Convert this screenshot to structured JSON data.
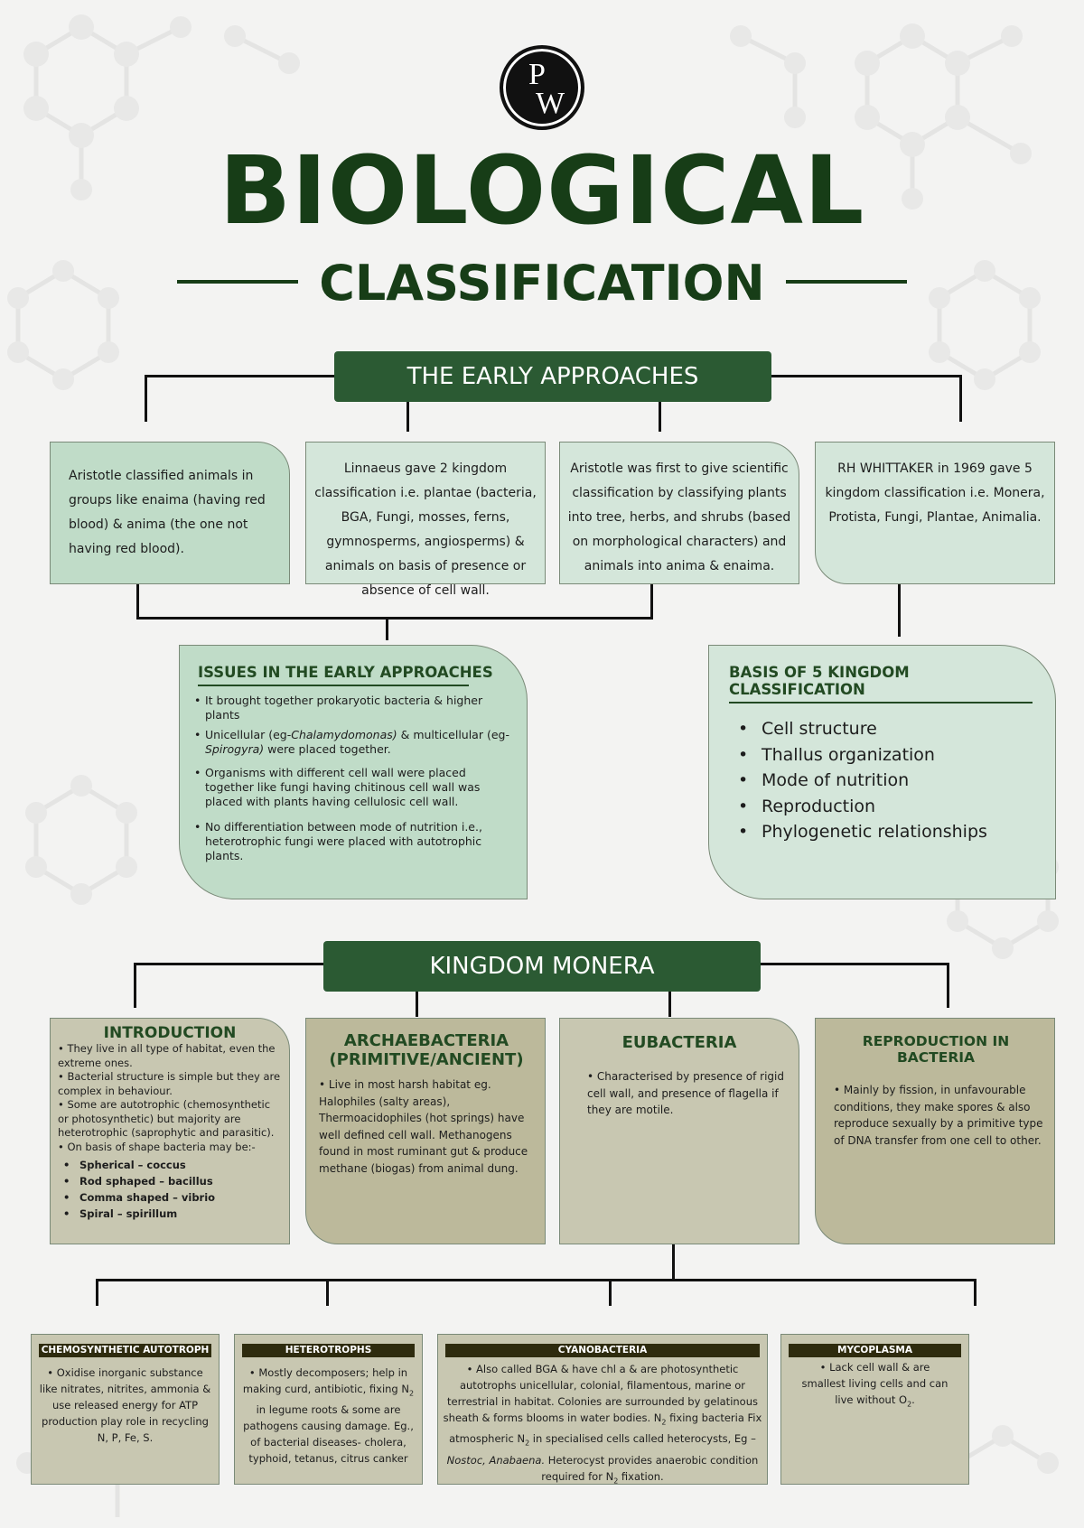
{
  "logo": {
    "p": "P",
    "w": "W"
  },
  "title": {
    "line1": "BIOLOGICAL",
    "line2": "CLASSIFICATION"
  },
  "early": {
    "header": "THE EARLY APPROACHES",
    "box1": "Aristotle classified animals in groups like enaima (having red blood) & anima (the one not having red blood).",
    "box2": "Linnaeus gave 2 kingdom classification i.e. plantae (bacteria, BGA, Fungi, mosses, ferns, gymnosperms, angiosperms) & animals on basis of presence or absence of cell wall.",
    "box3": "Aristotle was first to give scientific classification by classifying plants into tree, herbs, and shrubs (based on morphological characters) and animals into anima & enaima.",
    "box4": "RH WHITTAKER in 1969 gave 5 kingdom classification i.e. Monera, Protista, Fungi, Plantae, Animalia."
  },
  "issues": {
    "title": "ISSUES IN THE EARLY APPROACHES",
    "item1": "It brought together prokaryotic bacteria & higher plants",
    "item2_a": "Unicellular (eg-",
    "item2_i1": "Chalamydomonas)",
    "item2_b": " & multicellular (eg- ",
    "item2_i2": "Spirogyra)",
    "item2_c": " were placed together.",
    "item3": "Organisms with different cell wall were placed together like fungi having chitinous cell wall was placed with plants having cellulosic cell wall.",
    "item4": "No differentiation between mode of nutrition i.e., heterotrophic fungi were placed with autotrophic plants."
  },
  "basis": {
    "title": "BASIS OF 5 KINGDOM CLASSIFICATION",
    "items": [
      "Cell structure",
      "Thallus organization",
      "Mode of nutrition",
      "Reproduction",
      "Phylogenetic relationships"
    ]
  },
  "monera": {
    "header": "KINGDOM MONERA",
    "intro": {
      "title": "INTRODUCTION",
      "l1": "• They live in all type of habitat, even the extreme ones.",
      "l2": "• Bacterial structure is simple but they are complex in behaviour.",
      "l3": "• Some are autotrophic (chemosynthetic or photosynthetic) but majority are heterotrophic (saprophytic and parasitic).",
      "l4": "• On basis of shape bacteria may be:-",
      "shapes": [
        "Spherical – coccus",
        "Rod sphaped – bacillus",
        "Comma shaped – vibrio",
        "Spiral – spirillum"
      ]
    },
    "archae": {
      "title1": "ARCHAEBACTERIA",
      "title2": "(PRIMITIVE/ANCIENT)",
      "text": "• Live in most harsh habitat eg. Halophiles (salty areas), Thermoacidophiles (hot springs) have well defined cell wall. Methanogens found in most ruminant gut & produce methane (biogas) from animal dung."
    },
    "eubact": {
      "title": "EUBACTERIA",
      "text": "• Characterised by presence of rigid cell wall, and presence of flagella if they are motile."
    },
    "repro": {
      "title": "REPRODUCTION IN BACTERIA",
      "text": "• Mainly by fission, in unfavourable conditions, they make spores & also reproduce sexually by a primitive type of DNA transfer from one cell to other."
    }
  },
  "types": {
    "chemo": {
      "title": "CHEMOSYNTHETIC AUTOTROPH",
      "text": "• Oxidise inorganic substance like nitrates, nitrites, ammonia & use released energy for ATP production play role in recycling N, P, Fe, S."
    },
    "hetero": {
      "title": "HETEROTROPHS",
      "t1": "• Mostly decomposers; help in making curd, antibiotic, fixing N",
      "s1": "2",
      "t2": " in legume roots & some are pathogens causing damage. Eg., of bacterial diseases- cholera, typhoid, tetanus, citrus canker"
    },
    "cyano": {
      "title": "CYANOBACTERIA",
      "t1": "• Also called BGA & have chl a & are photosynthetic autotrophs unicellular, colonial, filamentous, marine or terrestrial in habitat. Colonies are surrounded by gelatinous sheath & forms blooms in water bodies. N",
      "s1": "2",
      "t2": " fixing bacteria Fix atmospheric N",
      "s2": "2",
      "t3": " in specialised cells called heterocysts, Eg – ",
      "i1": "Nostoc, Anabaena.",
      "t4": " Heterocyst provides anaerobic condition required for N",
      "s3": "2",
      "t5": " fixation."
    },
    "myco": {
      "title": "MYCOPLASMA",
      "t1": "• Lack cell wall & are smallest living cells and can live without O",
      "s1": "2",
      "t2": "."
    }
  },
  "colors": {
    "title_green": "#173d17",
    "header_green": "#2b5a33",
    "box_green": "#c0dcc8",
    "box_olive": "#c8c7b1",
    "sub_header": "#2e2b0e"
  }
}
